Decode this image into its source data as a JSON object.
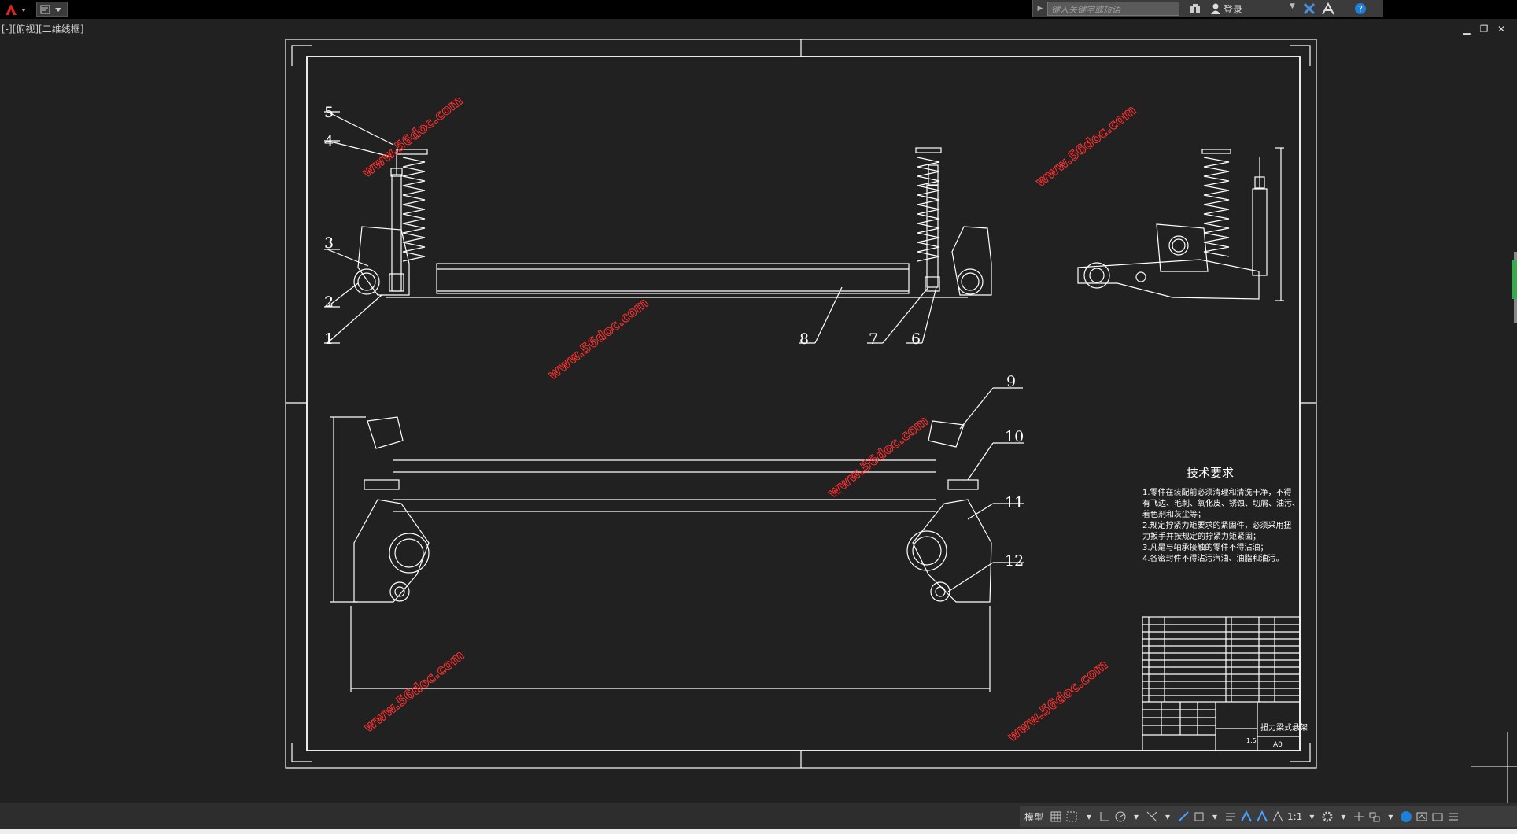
{
  "app": {
    "quick_access_title": "",
    "search_placeholder": "键入关键字或短语",
    "login_label": "登录",
    "viewport_label": "[-][俯视][二维线框]"
  },
  "drawing": {
    "balloons": [
      "1",
      "2",
      "3",
      "4",
      "5",
      "6",
      "7",
      "8",
      "9",
      "10",
      "11",
      "12"
    ],
    "tech_title": "技术要求",
    "tech_lines": [
      "1.零件在装配前必须清理和清洗干净，不得",
      "有飞边、毛刺、氧化皮、锈蚀、切屑、油污、",
      "着色剂和灰尘等；",
      "2.规定拧紧力矩要求的紧固件，必须采用扭",
      "力扳手并按规定的拧紧力矩紧固；",
      "3.凡是与轴承接触的零件不得沾油；",
      "4.各密封件不得沾污汽油、油脂和油污。"
    ],
    "title_block_name": "扭力梁式悬架",
    "title_block_sheet": "A0",
    "title_block_scale": "1:5",
    "watermark": "www.56doc.com"
  },
  "statusbar": {
    "model_tab": "模型",
    "scale": "1:1"
  },
  "colors": {
    "background": "#212121",
    "line": "#ffffff",
    "watermark": "#ff3030",
    "accent_blue": "#1e7fd8"
  }
}
